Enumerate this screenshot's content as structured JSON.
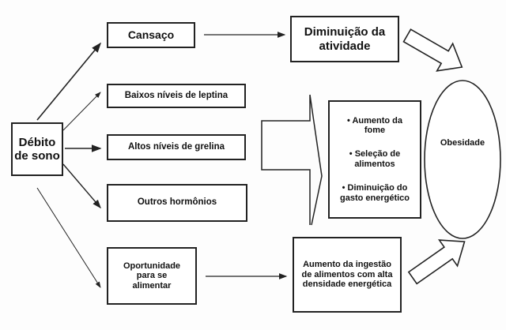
{
  "nodes": {
    "debito": "Débito de sono",
    "cansaco": "Cansaço",
    "diminuicao_atividade": "Diminuição da atividade",
    "baixos_leptina": "Baixos níveis de leptina",
    "altos_grelina": "Altos níveis de grelina",
    "outros_hormonios": "Outros hormônios",
    "oportunidade": "Oportunidade para se alimentar",
    "aumento_ingestao": "Aumento da ingestão de alimentos com alta densidade energética",
    "efeitos": [
      "• Aumento da fome",
      "• Seleção de alimentos",
      "• Diminuição do gasto energético"
    ],
    "obesidade": "Obesidade"
  }
}
